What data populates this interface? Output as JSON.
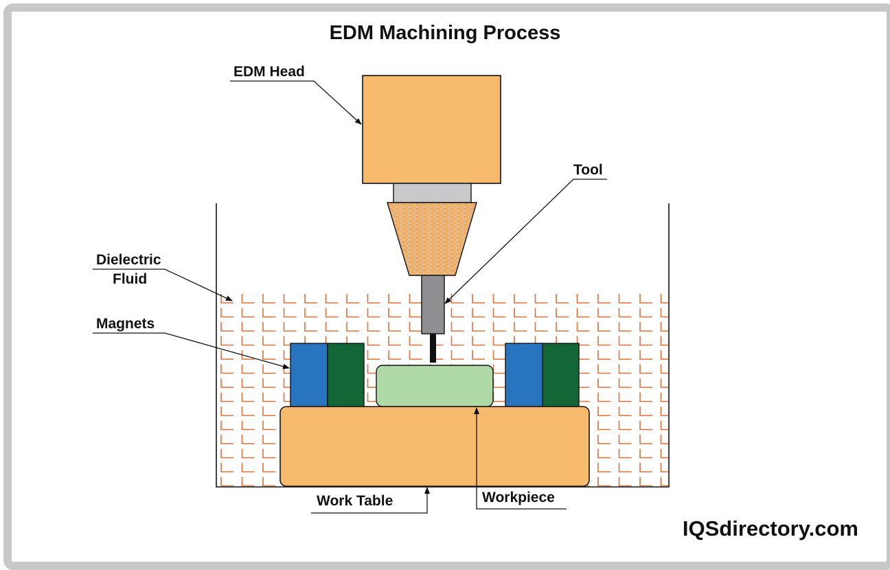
{
  "diagram": {
    "title": "EDM Machining Process",
    "labels": {
      "edm_head": "EDM Head",
      "tool": "Tool",
      "dielectric_fluid_line1": "Dielectric",
      "dielectric_fluid_line2": "Fluid",
      "magnets": "Magnets",
      "work_table": "Work Table",
      "workpiece": "Workpiece"
    },
    "brand": "IQSdirectory.com",
    "colors": {
      "frame": "#c8c8c8",
      "edm_head": "#f8bb6e",
      "spindle": "#c9c9cb",
      "chuck": "#e9b57a",
      "chuck_pattern": "#f0a040",
      "tool": "#8f8f91",
      "electrode": "#111111",
      "fluid_pattern": "#d9703a",
      "magnet_blue": "#2874be",
      "magnet_green": "#136736",
      "workpiece": "#b0d9a8",
      "work_table": "#f8bb6e",
      "outline": "#111111"
    }
  }
}
